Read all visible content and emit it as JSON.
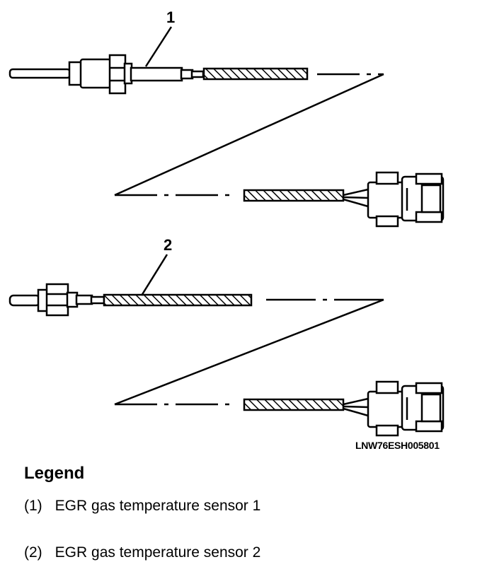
{
  "callouts": {
    "c1": "1",
    "c2": "2"
  },
  "figure_id": "LNW76ESH005801",
  "legend": {
    "title": "Legend",
    "items": [
      {
        "num": "(1)",
        "text": "EGR gas temperature sensor 1"
      },
      {
        "num": "(2)",
        "text": "EGR gas temperature sensor 2"
      }
    ]
  }
}
